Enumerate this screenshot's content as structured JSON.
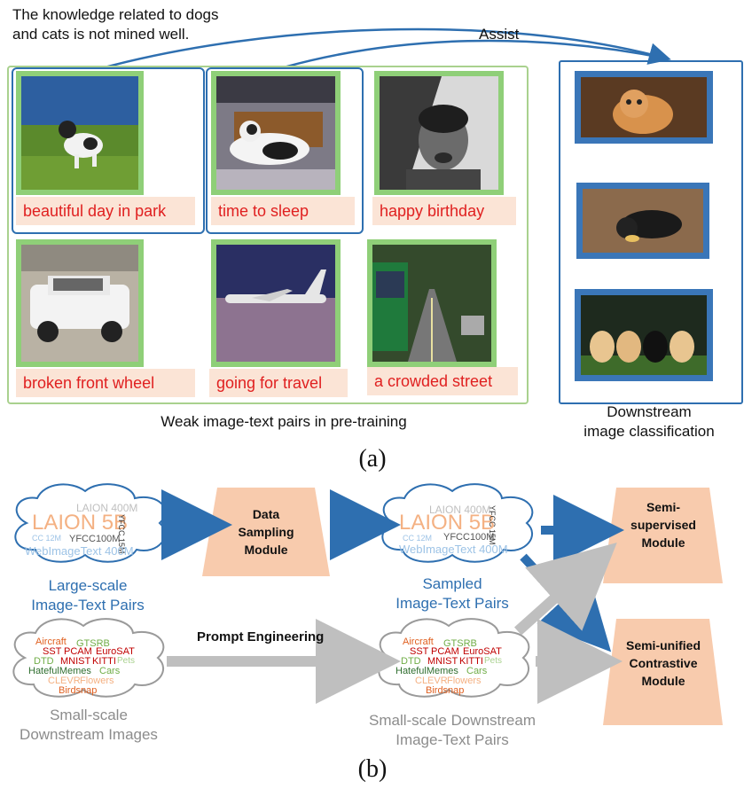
{
  "part_a": {
    "note": "The knowledge related to dogs\nand cats is not mined well.",
    "assist_label": "Assist",
    "captions": [
      "beautiful day in park",
      "time to sleep",
      "happy birthday",
      "broken front wheel",
      "going for travel",
      "a crowded street"
    ],
    "pretraining_label": "Weak image-text pairs in pre-training",
    "downstream_label": "Downstream\nimage classification",
    "sub_label": "(a)"
  },
  "part_b": {
    "cloud_words": {
      "laion5b": "LAION 5B",
      "laion400m": "LAION 400M",
      "yfcc15m": "YFCC 15M",
      "cc12m": "CC 12M",
      "yfcc100m": "YFCC100M",
      "webimagetext": "WebImageText 400M"
    },
    "small_words": [
      "Aircraft",
      "GTSRB",
      "SST",
      "PCAM",
      "EuroSAT",
      "DTD",
      "MNIST",
      "KITTI",
      "Pets",
      "HatefulMemes",
      "Cars",
      "CLEVR",
      "Flowers",
      "Birdsnap"
    ],
    "large_caption": "Large-scale\nImage-Text Pairs",
    "sampled_caption": "Sampled\nImage-Text Pairs",
    "small_caption": "Small-scale\nDownstream Images",
    "small_pairs_caption": "Small-scale Downstream\nImage-Text Pairs",
    "data_sampling": "Data\nSampling\nModule",
    "semi_supervised": "Semi-\nsupervised\nModule",
    "semi_unified": "Semi-unified\nContrastive\nModule",
    "prompt_engineering": "Prompt Engineering",
    "sub_label": "(b)"
  },
  "colors": {
    "blue": "#2e6fb0",
    "green": "#a9d18e",
    "caption_bg": "#fbe4d6",
    "caption_text": "#e02020",
    "module_fill": "#f8cbad",
    "gray_arrow": "#bfbfbf"
  }
}
